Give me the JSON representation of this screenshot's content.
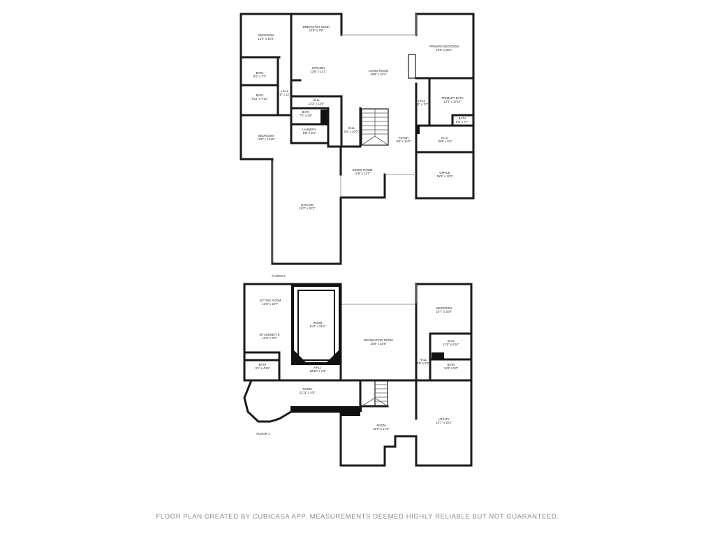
{
  "floor2": {
    "label": "FLOOR 2",
    "rooms": [
      {
        "name": "BEDROOM",
        "dims": "12'8\" x 10'3\""
      },
      {
        "name": "BREAKFAST NOOK",
        "dims": "13'8\" x 8'8\""
      },
      {
        "name": "KITCHEN",
        "dims": "13'8\" x 14'1\""
      },
      {
        "name": "LIVING ROOM",
        "dims": "20'8\" x 20'4\""
      },
      {
        "name": "PRIMARY BEDROOM",
        "dims": "15'8\" x 20'0\""
      },
      {
        "name": "BATH",
        "dims": "8'0\" x 7'7\""
      },
      {
        "name": "BATH",
        "dims": "8'11\" x 7'10\""
      },
      {
        "name": "HALL",
        "dims": "3'6\" x 12'1\""
      },
      {
        "name": "HALL",
        "dims": "13'3\" x 13'8\""
      },
      {
        "name": "HALL",
        "dims": "3'4\" x 7'0\""
      },
      {
        "name": "PRIMARY BATH",
        "dims": "13'3\" x 12'10\""
      },
      {
        "name": "BATH",
        "dims": "7'0\" x 3'8\""
      },
      {
        "name": "BATH",
        "dims": "5'0\" x 7'7\""
      },
      {
        "name": "LAUNDRY",
        "dims": "8'8\" x 5'3\""
      },
      {
        "name": "HALL",
        "dims": "5'4\" x 10'0\""
      },
      {
        "name": "FOYER",
        "dims": "8'8\" x 14'0\""
      },
      {
        "name": "W.I.C",
        "dims": "15'8\" x 6'0\""
      },
      {
        "name": "BEDROOM",
        "dims": "10'8\" x 11'10\""
      },
      {
        "name": "DINING ROOM",
        "dims": "11'8\" x 12'7\""
      },
      {
        "name": "OFFICE",
        "dims": "15'8\" x 12'3\""
      },
      {
        "name": "GARAGE",
        "dims": "18'2\" x 33'3\""
      }
    ]
  },
  "floor1": {
    "label": "FLOOR 1",
    "rooms": [
      {
        "name": "SITTING ROOM",
        "dims": "13'3\" x 10'7\""
      },
      {
        "name": "ROOM",
        "dims": "11'3\" x 21'4\""
      },
      {
        "name": "BEDROOM",
        "dims": "15'7\" x 16'9\""
      },
      {
        "name": "KITCHENETTE",
        "dims": "13'3\" x 8'3\""
      },
      {
        "name": "RECREATION ROOM",
        "dims": "20'8\" x 33'9\""
      },
      {
        "name": "W.I.C",
        "dims": "11'0\" x 6'10\""
      },
      {
        "name": "BATH",
        "dims": "9'1\" x 4'10\""
      },
      {
        "name": "HALL",
        "dims": "16'10\" x 7'3\""
      },
      {
        "name": "HALL",
        "dims": "8'9\" x 8'2\""
      },
      {
        "name": "BATH",
        "dims": "11'8\" x 5'0\""
      },
      {
        "name": "ROOM",
        "dims": "31'11\" x 4'8\""
      },
      {
        "name": "ROOM",
        "dims": "20'8\" x 17'8\""
      },
      {
        "name": "UTILITY",
        "dims": "10'7\" x 24'2\""
      }
    ]
  },
  "footer": "FLOOR PLAN CREATED BY CUBICASA APP. MEASUREMENTS DEEMED HIGHLY RELIABLE BUT NOT GUARANTEED."
}
